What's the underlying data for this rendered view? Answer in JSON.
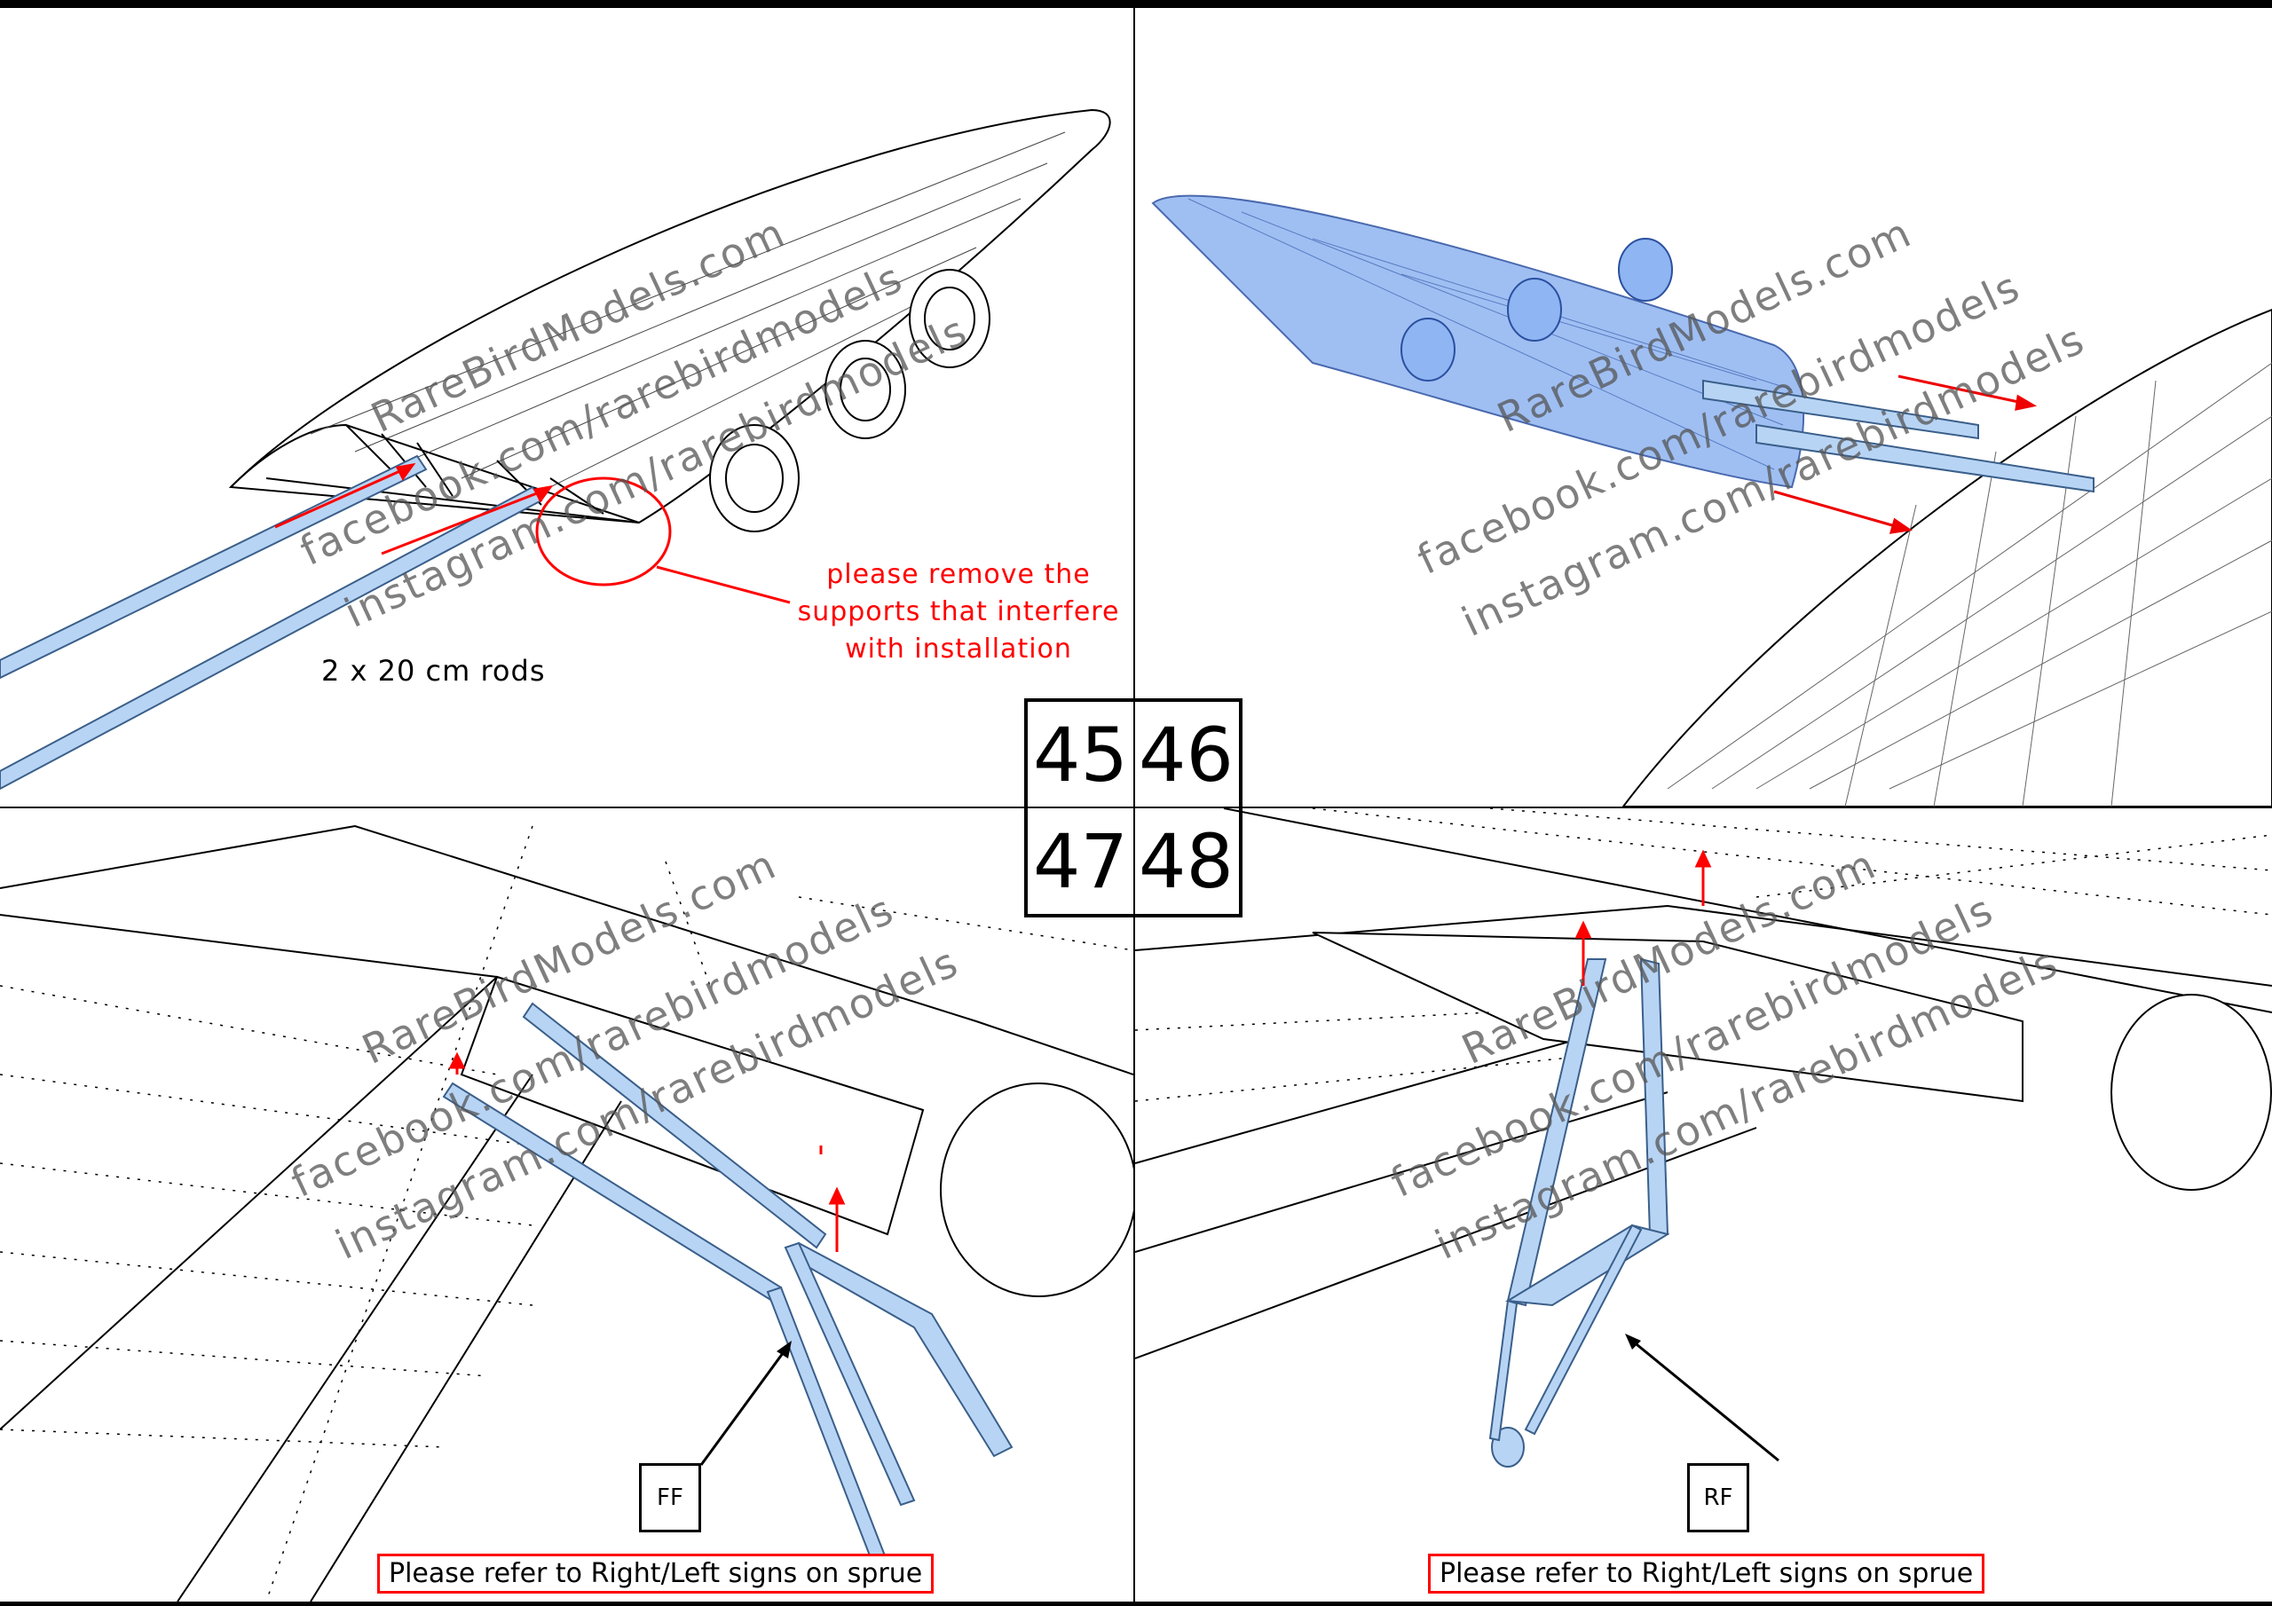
{
  "steps": [
    "45",
    "46",
    "47",
    "48"
  ],
  "step45": {
    "rods_label": "2 x 20 cm rods",
    "note_lines": [
      "please remove the",
      "supports that interfere",
      "with installation"
    ]
  },
  "step47": {
    "part_label": "FF",
    "sprue_note": "Please refer to  Right/Left signs on sprue"
  },
  "step48": {
    "part_label": "RF",
    "sprue_note": "Please refer to  Right/Left signs on sprue"
  },
  "watermark": [
    "RareBirdModels.com",
    "facebook.com/rarebirdmodels",
    "instagram.com/rarebirdmodels"
  ],
  "colors": {
    "accent_red": "#ff0000",
    "part_blue": "#b8d4f4",
    "wing_blue": "#7aa8f0"
  }
}
